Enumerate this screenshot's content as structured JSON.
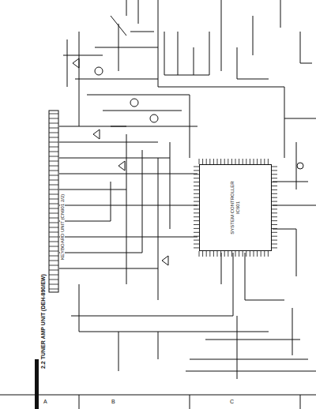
{
  "diagram": {
    "nodes": [
      {
        "text": [
          "SYSTEM CONTROLLER",
          "IC601"
        ]
      }
    ],
    "labels": [
      "2.2 TUNER AMP UNIT (DEH-890/EW)",
      "A",
      "B",
      "C",
      "KEYBOARD UNIT (CN901 2/2)"
    ]
  }
}
